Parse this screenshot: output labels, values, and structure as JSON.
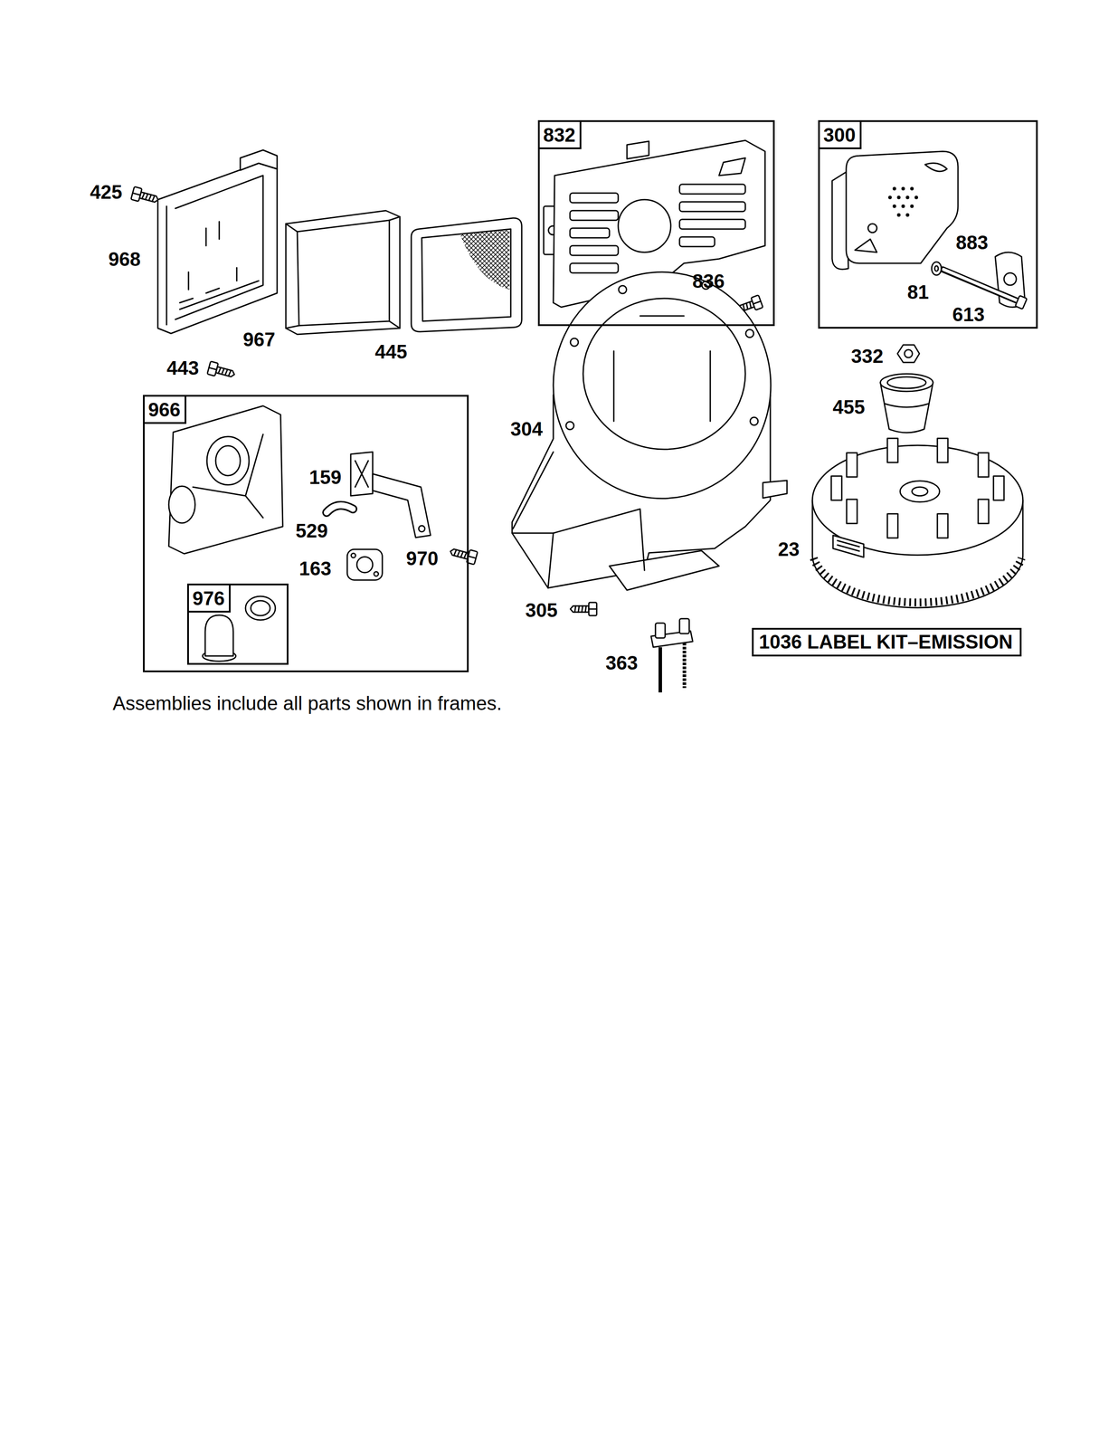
{
  "diagram": {
    "caption": "Assemblies include all parts shown in frames.",
    "nodes": [
      {
        "text": [
          "832",
          "836"
        ]
      },
      {
        "text": [
          "300",
          "883",
          "81",
          "613"
        ]
      },
      {
        "text": [
          "966",
          "159",
          "529",
          "163",
          "970"
        ]
      },
      {
        "text": [
          "976"
        ],
        "in": 2
      },
      {
        "text": [
          "1036 LABEL KIT–EMISSION"
        ]
      }
    ],
    "labels": [
      "425",
      "968",
      "967",
      "443",
      "445",
      "304",
      "332",
      "455",
      "23",
      "305",
      "363"
    ]
  }
}
